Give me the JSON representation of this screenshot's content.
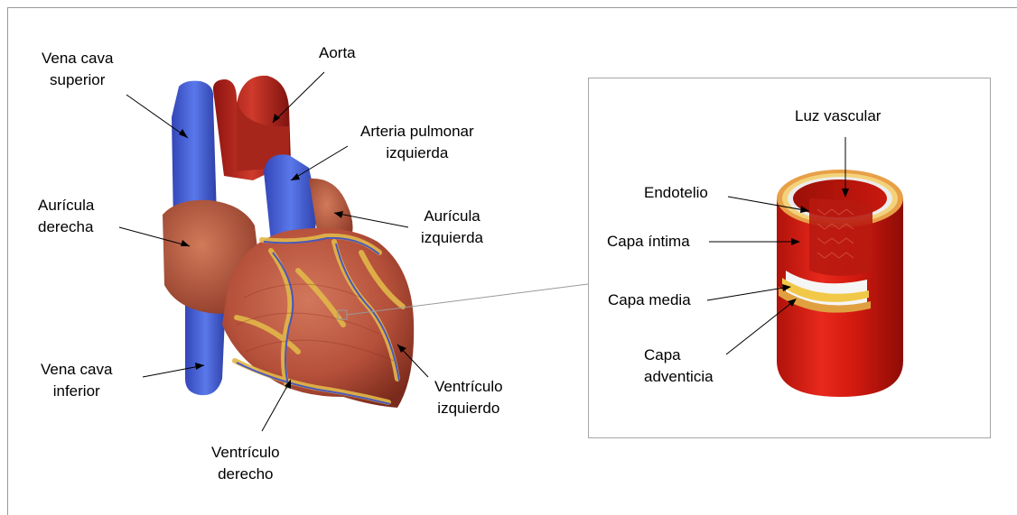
{
  "heart_labels": {
    "vena_cava_superior": "Vena cava\nsuperior",
    "aorta": "Aorta",
    "arteria_pulmonar": "Arteria pulmonar\nizquierda",
    "auricula_derecha": "Aurícula\nderecha",
    "auricula_izquierda": "Aurícula\nizquierda",
    "vena_cava_inferior": "Vena cava\ninferior",
    "ventriculo_izquierdo": "Ventrículo\nizquierdo",
    "ventriculo_derecho": "Ventrículo\nderecho"
  },
  "vessel_labels": {
    "luz_vascular": "Luz vascular",
    "endotelio": "Endotelio",
    "capa_intima": "Capa íntima",
    "capa_media": "Capa media",
    "capa_adventicia": "Capa\nadventicia"
  },
  "colors": {
    "vein_blue": "#4a63d6",
    "artery_red": "#b8221c",
    "muscle": "#b5503a",
    "fat_yellow": "#e2b84a",
    "vessel_red": "#d81d12"
  }
}
